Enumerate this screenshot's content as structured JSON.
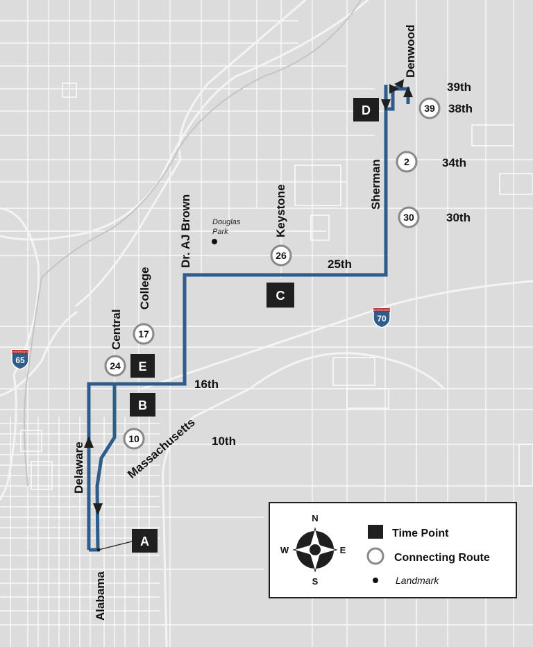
{
  "streets": {
    "denwood": "Denwood",
    "s39th": "39th",
    "s38th": "38th",
    "s34th": "34th",
    "s30th": "30th",
    "s25th": "25th",
    "s16th": "16th",
    "s10th": "10th",
    "sherman": "Sherman",
    "keystone": "Keystone",
    "dr_aj_brown": "Dr. AJ Brown",
    "college": "College",
    "central": "Central",
    "delaware": "Delaware",
    "alabama": "Alabama",
    "massachusetts": "Massachusetts"
  },
  "time_points": [
    "A",
    "B",
    "C",
    "D",
    "E"
  ],
  "connecting_routes": [
    "39",
    "2",
    "30",
    "26",
    "17",
    "24",
    "10"
  ],
  "landmarks": {
    "douglas_park_line1": "Douglas",
    "douglas_park_line2": "Park"
  },
  "highways": {
    "i65": "65",
    "i70": "70",
    "interstate": "INTERSTATE"
  },
  "legend": {
    "time_point": "Time Point",
    "connecting_route": "Connecting Route",
    "landmark": "Landmark"
  },
  "compass": {
    "n": "N",
    "s": "S",
    "e": "E",
    "w": "W"
  },
  "colors": {
    "route": "#2e5d8c",
    "marker": "#1f1f1f",
    "roads": "#ffffff",
    "background": "#dcdcdc"
  }
}
